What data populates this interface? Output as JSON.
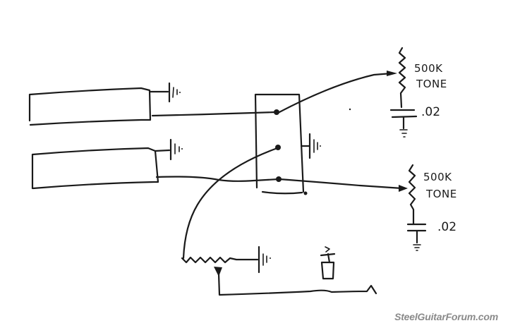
{
  "diagram": {
    "type": "hand-drawn guitar wiring schematic",
    "ink_color": "#1a1a1a",
    "background": "#ffffff",
    "components": {
      "pickup_1": {
        "label": "",
        "position": "upper-left"
      },
      "pickup_2": {
        "label": "",
        "position": "lower-left"
      },
      "selector_switch": {
        "lugs": 3
      },
      "tone_control_1": {
        "value": "500K",
        "name": "TONE",
        "cap_value": ".02"
      },
      "tone_control_2": {
        "value": "500K",
        "name": "TONE",
        "cap_value": ".02"
      },
      "volume_pot": {
        "label": ""
      },
      "output_jack": {
        "label": ""
      }
    }
  },
  "labels": {
    "tone1_value": "500K",
    "tone1_name": "TONE",
    "cap1_value": ".02",
    "tone2_value": "500K",
    "tone2_name": "TONE",
    "cap2_value": ".02"
  },
  "watermark": {
    "text": "SteelGuitarForum.com",
    "color": "#8a8a8a"
  }
}
